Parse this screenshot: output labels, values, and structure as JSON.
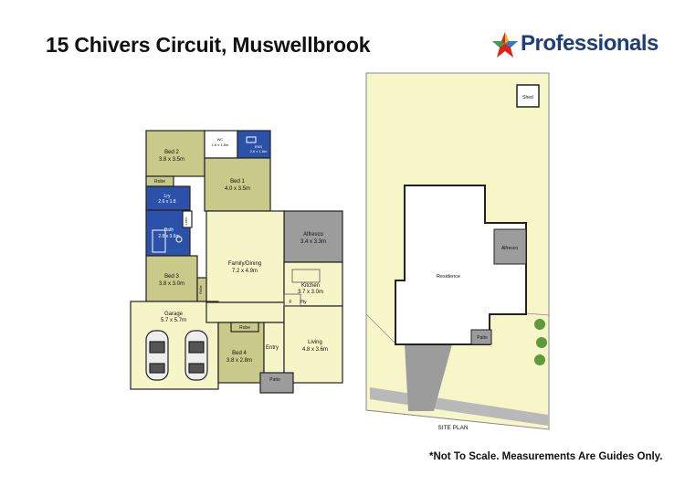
{
  "title": "15 Chivers Circuit, Muswellbrook",
  "logo": {
    "text": "Professionals",
    "colors": [
      "#e2231a",
      "#2b7fc4",
      "#f2b61b",
      "#36a24a",
      "#1f3d7a"
    ]
  },
  "floorplan": {
    "rooms": {
      "bed2": {
        "name": "Bed 2",
        "size": "3.8 x 3.5m"
      },
      "wc": {
        "name": "WC",
        "size": "1.6 x 1.6m"
      },
      "ens": {
        "name": "ENS",
        "size": "2.6 x 1.8m"
      },
      "bed1": {
        "name": "Bed 1",
        "size": "4.0 x 3.5m"
      },
      "robe_top": {
        "name": "Robe"
      },
      "lndry": {
        "name": "Lry",
        "size": "2.6 x 1.8"
      },
      "bath": {
        "name": "Bath",
        "size": "2.8 x 3.6m"
      },
      "linen": {
        "name": "Lnen"
      },
      "alfresco": {
        "name": "Alfresco",
        "size": "3.4 x 3.3m"
      },
      "family": {
        "name": "Family/Dining",
        "size": "7.2 x 4.9m"
      },
      "kitchen": {
        "name": "Kitchen",
        "size": "3.7 x 3.0m"
      },
      "fridge": {
        "name": "F"
      },
      "pantry": {
        "name": "Pty"
      },
      "bed3": {
        "name": "Bed 3",
        "size": "3.8 x 3.0m"
      },
      "robe_side": {
        "name": "Robe"
      },
      "garage": {
        "name": "Garage",
        "size": "5.7 x 5.7m"
      },
      "robe_bottom": {
        "name": "Robe"
      },
      "bed4": {
        "name": "Bed 4",
        "size": "3.8 x 2.8m"
      },
      "entry": {
        "name": "Entry"
      },
      "living": {
        "name": "Living",
        "size": "4.8 x 3.6m"
      },
      "patio": {
        "name": "Patio"
      }
    }
  },
  "siteplan": {
    "label": "SITE PLAN",
    "shed": "Shed",
    "residence": "Residence",
    "alfresco": "Alfresco",
    "patio": "Patio"
  },
  "disclaimer": "*Not To Scale.  Measurements Are Guides Only.",
  "colors": {
    "bedroom": "#c9c98a",
    "living": "#f6f5c8",
    "wet": "#2c51a8",
    "outdoor": "#9c9c9c",
    "site_lawn": "#f7f6c8",
    "hedge": "#5e9a3c"
  }
}
